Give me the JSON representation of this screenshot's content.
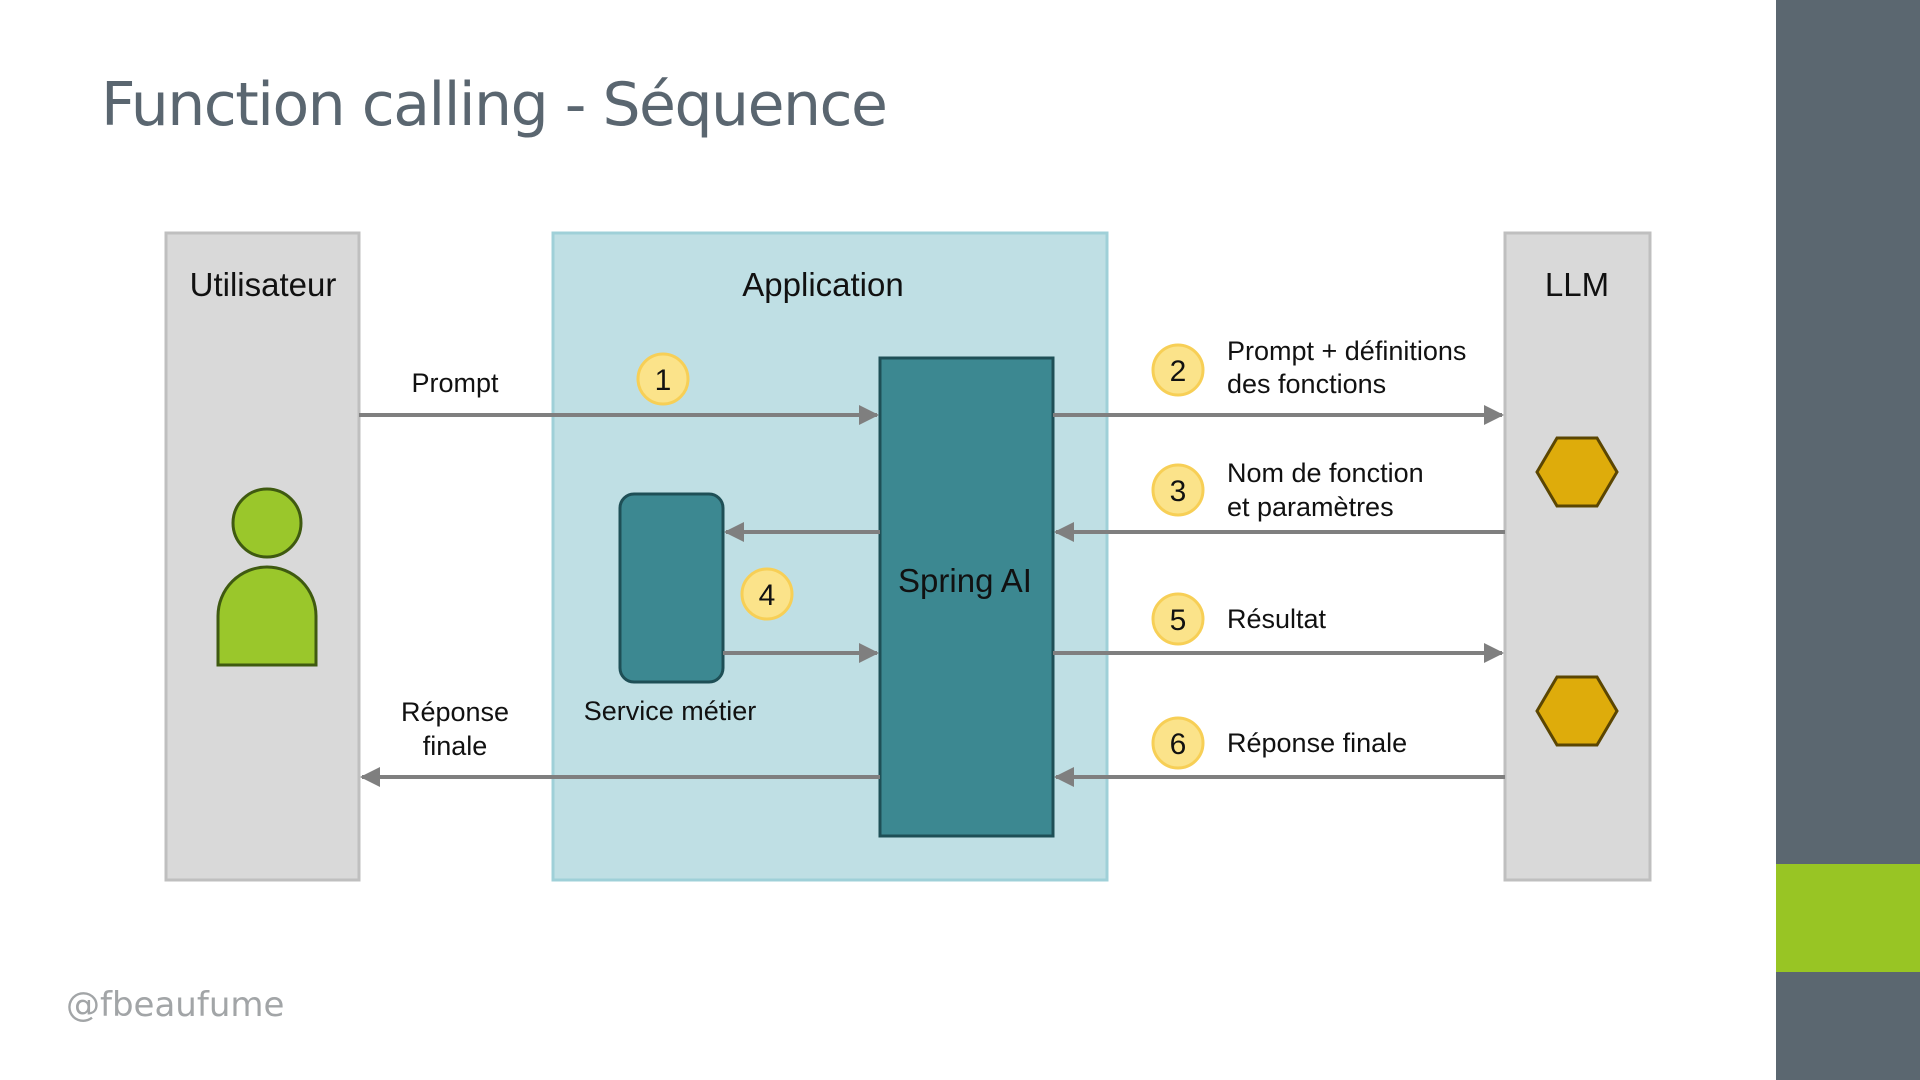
{
  "slide": {
    "title": "Function calling - Séquence",
    "footer": "@fbeaufume"
  },
  "lanes": {
    "user": "Utilisateur",
    "app": "Application",
    "llm": "LLM"
  },
  "components": {
    "spring_ai": "Spring AI",
    "service": "Service métier"
  },
  "messages": {
    "prompt": "Prompt",
    "prompt_defs_1": "Prompt + définitions",
    "prompt_defs_2": "des fonctions",
    "fn_name_1": "Nom de fonction",
    "fn_name_2": "et paramètres",
    "result": "Résultat",
    "final_llm": "Réponse finale",
    "final_user_1": "Réponse",
    "final_user_2": "finale"
  },
  "steps": {
    "s1": "1",
    "s2": "2",
    "s3": "3",
    "s4": "4",
    "s5": "5",
    "s6": "6"
  },
  "colors": {
    "lane_gray": "#d9d9d9",
    "app_bg": "#bfdfe4",
    "teal": "#3c8891",
    "step_yellow": "#fbe38a",
    "hex_gold": "#deac0b",
    "user_green": "#9ac72b",
    "arrow": "#7f7f7f",
    "sidebar": "#5b6770",
    "sidebar_accent": "#98c524"
  }
}
